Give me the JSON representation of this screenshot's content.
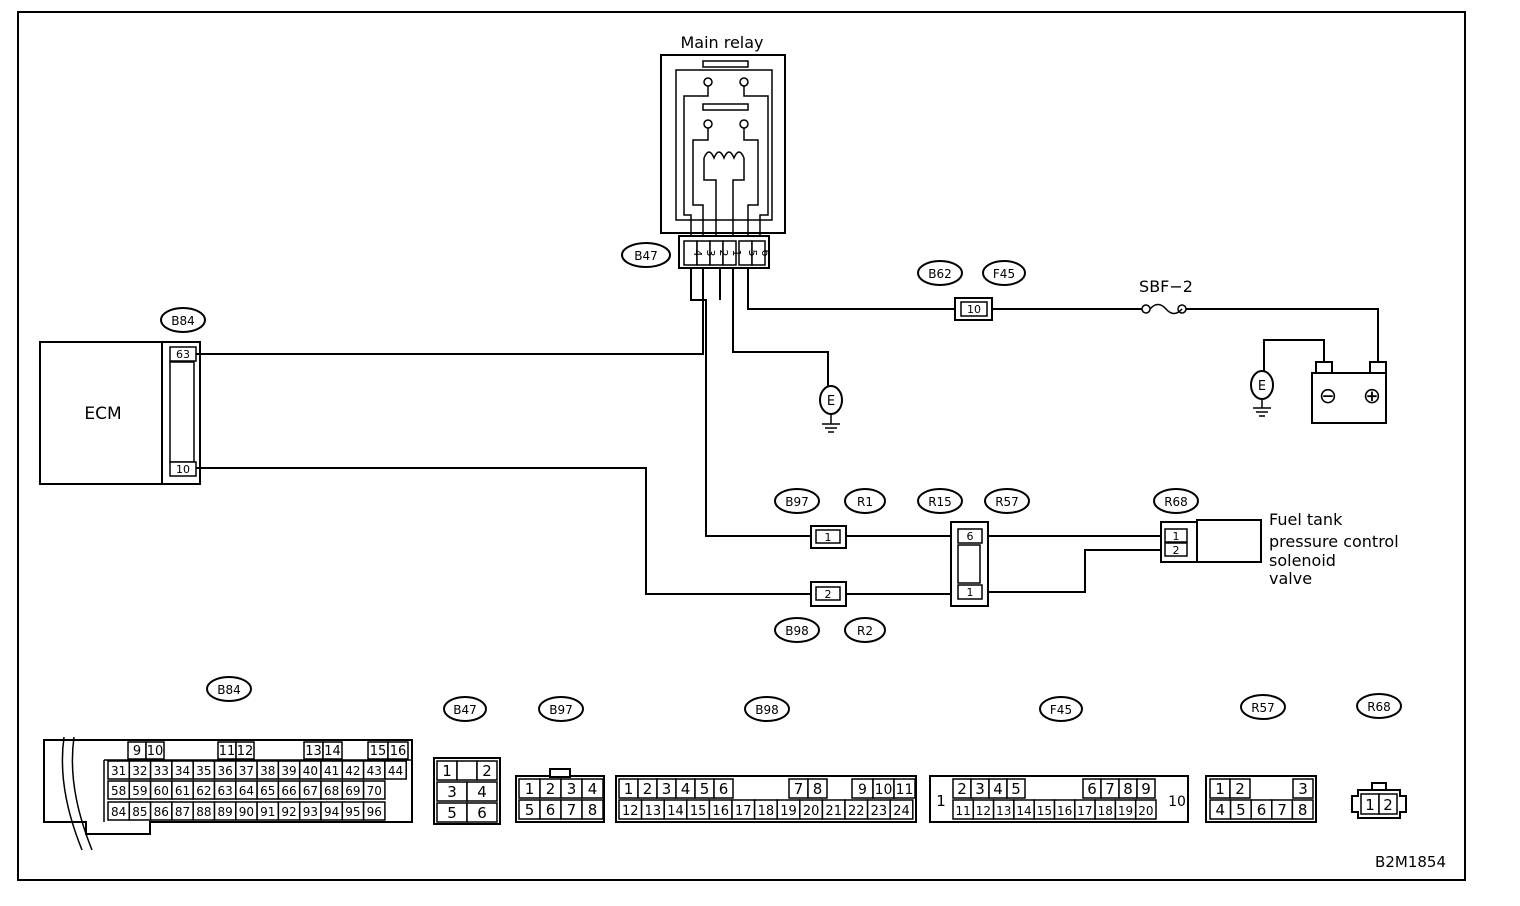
{
  "labels": {
    "main_relay": "Main relay",
    "ecm": "ECM",
    "sbf": "SBF−2",
    "valve": [
      "Fuel tank",
      "pressure control",
      "solenoid",
      "valve"
    ],
    "figure_id": "B2M1854",
    "ground": "E"
  },
  "tags": {
    "b47": "B47",
    "b84": "B84",
    "b62": "B62",
    "f45": "F45",
    "b97": "B97",
    "r1": "R1",
    "r15": "R15",
    "r57": "R57",
    "r68": "R68",
    "b98": "B98",
    "r2": "R2"
  },
  "pins": {
    "b84_top": "63",
    "b84_bottom": "10",
    "b62_f45": "10",
    "b47": [
      "4",
      "3",
      "2",
      "1",
      "5",
      "6"
    ],
    "b97_r1": "1",
    "b98_r2": "2",
    "r15_r57_top": "6",
    "r15_r57_bottom": "1",
    "r68": [
      "1",
      "2"
    ]
  },
  "battery": {
    "minus": "⊖",
    "plus": "⊕"
  },
  "connector_views": {
    "b84": {
      "tag": "B84",
      "row1": [
        "9",
        "10",
        "11",
        "12",
        "13",
        "14",
        "15",
        "16"
      ],
      "row2": [
        "31",
        "32",
        "33",
        "34",
        "35",
        "36",
        "37",
        "38",
        "39",
        "40",
        "41",
        "42",
        "43",
        "44"
      ],
      "row3": [
        "58",
        "59",
        "60",
        "61",
        "62",
        "63",
        "64",
        "65",
        "66",
        "67",
        "68",
        "69",
        "70"
      ],
      "row4": [
        "84",
        "85",
        "86",
        "87",
        "88",
        "89",
        "90",
        "91",
        "92",
        "93",
        "94",
        "95",
        "96"
      ]
    },
    "b47": {
      "tag": "B47",
      "rows": [
        [
          "1",
          "",
          "2"
        ],
        [
          "3",
          "4"
        ],
        [
          "5",
          "6"
        ]
      ]
    },
    "b97": {
      "tag": "B97",
      "row1": [
        "1",
        "2",
        "3",
        "4"
      ],
      "row2": [
        "5",
        "6",
        "7",
        "8"
      ]
    },
    "b98": {
      "tag": "B98",
      "row1": [
        "1",
        "2",
        "3",
        "4",
        "5",
        "6",
        "7",
        "8",
        "9",
        "10",
        "11"
      ],
      "row2": [
        "12",
        "13",
        "14",
        "15",
        "16",
        "17",
        "18",
        "19",
        "20",
        "21",
        "22",
        "23",
        "24"
      ]
    },
    "f45": {
      "tag": "F45",
      "left": "1",
      "row1": [
        "2",
        "3",
        "4",
        "5",
        "6",
        "7",
        "8",
        "9"
      ],
      "row2": [
        "11",
        "12",
        "13",
        "14",
        "15",
        "16",
        "17",
        "18",
        "19",
        "20"
      ],
      "right": "10"
    },
    "r57": {
      "tag": "R57",
      "row1": [
        "1",
        "2",
        "3"
      ],
      "row2": [
        "4",
        "5",
        "6",
        "7",
        "8"
      ]
    },
    "r68": {
      "tag": "R68",
      "row1": [
        "1",
        "2"
      ]
    }
  }
}
